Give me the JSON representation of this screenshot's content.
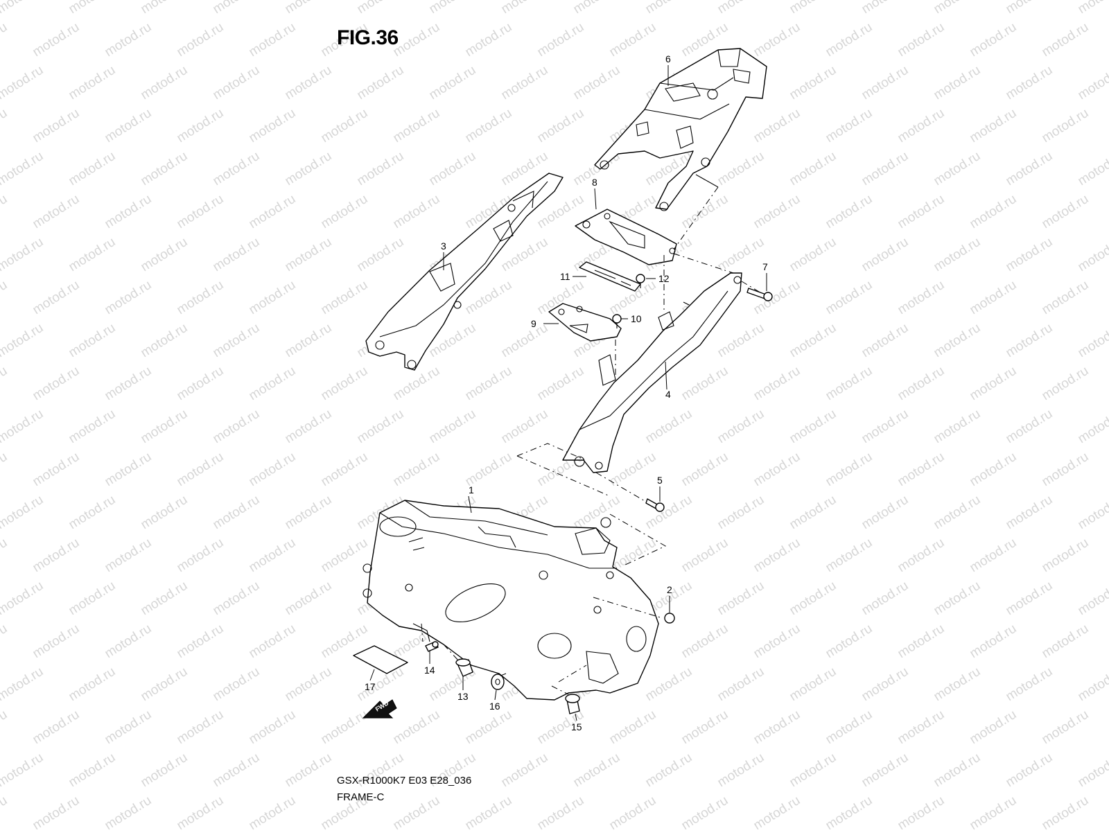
{
  "figure": {
    "title": "FIG.36",
    "model_code": "GSX-R1000K7 E03 E28_036",
    "section_name": "FRAME-C"
  },
  "watermark": {
    "text": "motod.ru"
  },
  "callouts": [
    {
      "id": "1",
      "label": "1",
      "part": "main frame"
    },
    {
      "id": "2",
      "label": "2",
      "part": "cap"
    },
    {
      "id": "3",
      "label": "3",
      "part": "left seat rail"
    },
    {
      "id": "4",
      "label": "4",
      "part": "right seat rail"
    },
    {
      "id": "5",
      "label": "5",
      "part": "bolt"
    },
    {
      "id": "6",
      "label": "6",
      "part": "rear seat frame"
    },
    {
      "id": "7",
      "label": "7",
      "part": "bolt"
    },
    {
      "id": "8",
      "label": "8",
      "part": "bracket"
    },
    {
      "id": "9",
      "label": "9",
      "part": "bracket"
    },
    {
      "id": "10",
      "label": "10",
      "part": "bolt"
    },
    {
      "id": "11",
      "label": "11",
      "part": "plate"
    },
    {
      "id": "12",
      "label": "12",
      "part": "bolt"
    },
    {
      "id": "13",
      "label": "13",
      "part": "spacer"
    },
    {
      "id": "14",
      "label": "14",
      "part": "screw"
    },
    {
      "id": "15",
      "label": "15",
      "part": "bolt"
    },
    {
      "id": "16",
      "label": "16",
      "part": "washer"
    },
    {
      "id": "17",
      "label": "17",
      "part": "label plate"
    }
  ],
  "fwd_arrow": {
    "text": "FWD",
    "icon": "fwd-arrow-icon"
  }
}
